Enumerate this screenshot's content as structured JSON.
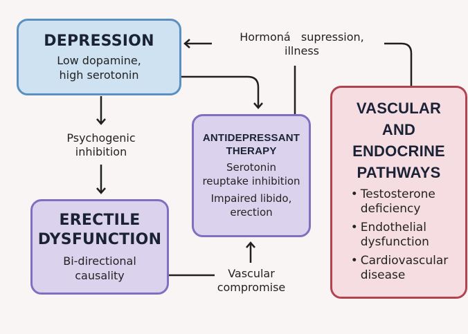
{
  "diagram": {
    "nodes": {
      "depression": {
        "title": "DEPRESSION",
        "lines": [
          "Low dopamine,",
          "high serotonin"
        ],
        "fill": "#cfe2f2",
        "border": "#5b8fc2"
      },
      "antidepressant": {
        "title_lines": [
          "ANTIDEPRESSANT",
          "THERAPY"
        ],
        "lines": [
          "Serotonin",
          "reuptake inhibition"
        ],
        "lines2": [
          "Impaired libido,",
          "erection"
        ],
        "fill": "#dbd3ee",
        "border": "#7f6fc0"
      },
      "erectile_dysfunction": {
        "title_lines": [
          "ERECTILE",
          "DYSFUNCTION"
        ],
        "lines": [
          "Bi-directional",
          "causality"
        ],
        "fill": "#dbd3ee",
        "border": "#7f6fc0"
      },
      "vascular_endocrine": {
        "title_lines": [
          "VASCULAR",
          "AND",
          "ENDOCRINE",
          "PATHWAYS"
        ],
        "bullets": [
          [
            "Testosterone",
            "deficiency"
          ],
          [
            "Endothelial",
            "dysfunction"
          ],
          [
            "Cardiovascular",
            "disease"
          ]
        ],
        "bullet_symbol": "•",
        "fill": "#f6dde1",
        "border": "#b2434e"
      }
    },
    "edge_labels": {
      "hormonal": [
        "Hormoná   supression,",
        "illness"
      ],
      "psychogenic": [
        "Psychogenic",
        "inhibition"
      ],
      "vascular": [
        "Vascular",
        "compromise"
      ]
    },
    "edges": [
      {
        "from": "vascular_endocrine",
        "to": "depression",
        "label": "hormonal"
      },
      {
        "from": "depression",
        "to": "erectile_dysfunction",
        "label": "psychogenic"
      },
      {
        "from": "depression",
        "to": "antidepressant"
      },
      {
        "from": "erectile_dysfunction",
        "to": "antidepressant",
        "label": "vascular"
      }
    ],
    "background": "#f8f5f4",
    "line_color": "#1f1f1f"
  }
}
